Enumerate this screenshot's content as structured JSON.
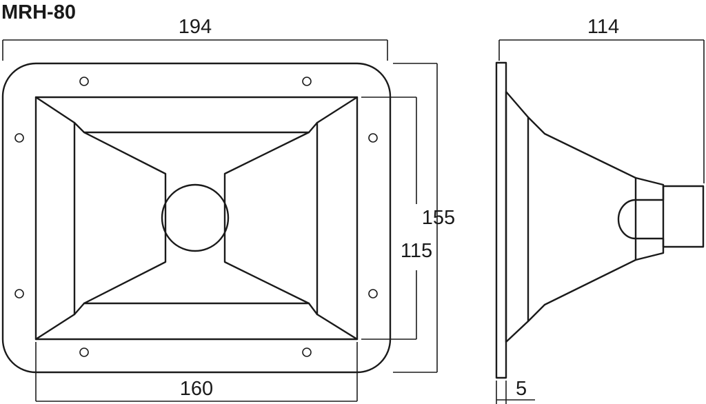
{
  "title": "MRH-80",
  "dimensions": {
    "width": "194",
    "mouth_width": "160",
    "height": "155",
    "mouth_height": "115",
    "depth": "114",
    "flange_thickness": "5"
  }
}
